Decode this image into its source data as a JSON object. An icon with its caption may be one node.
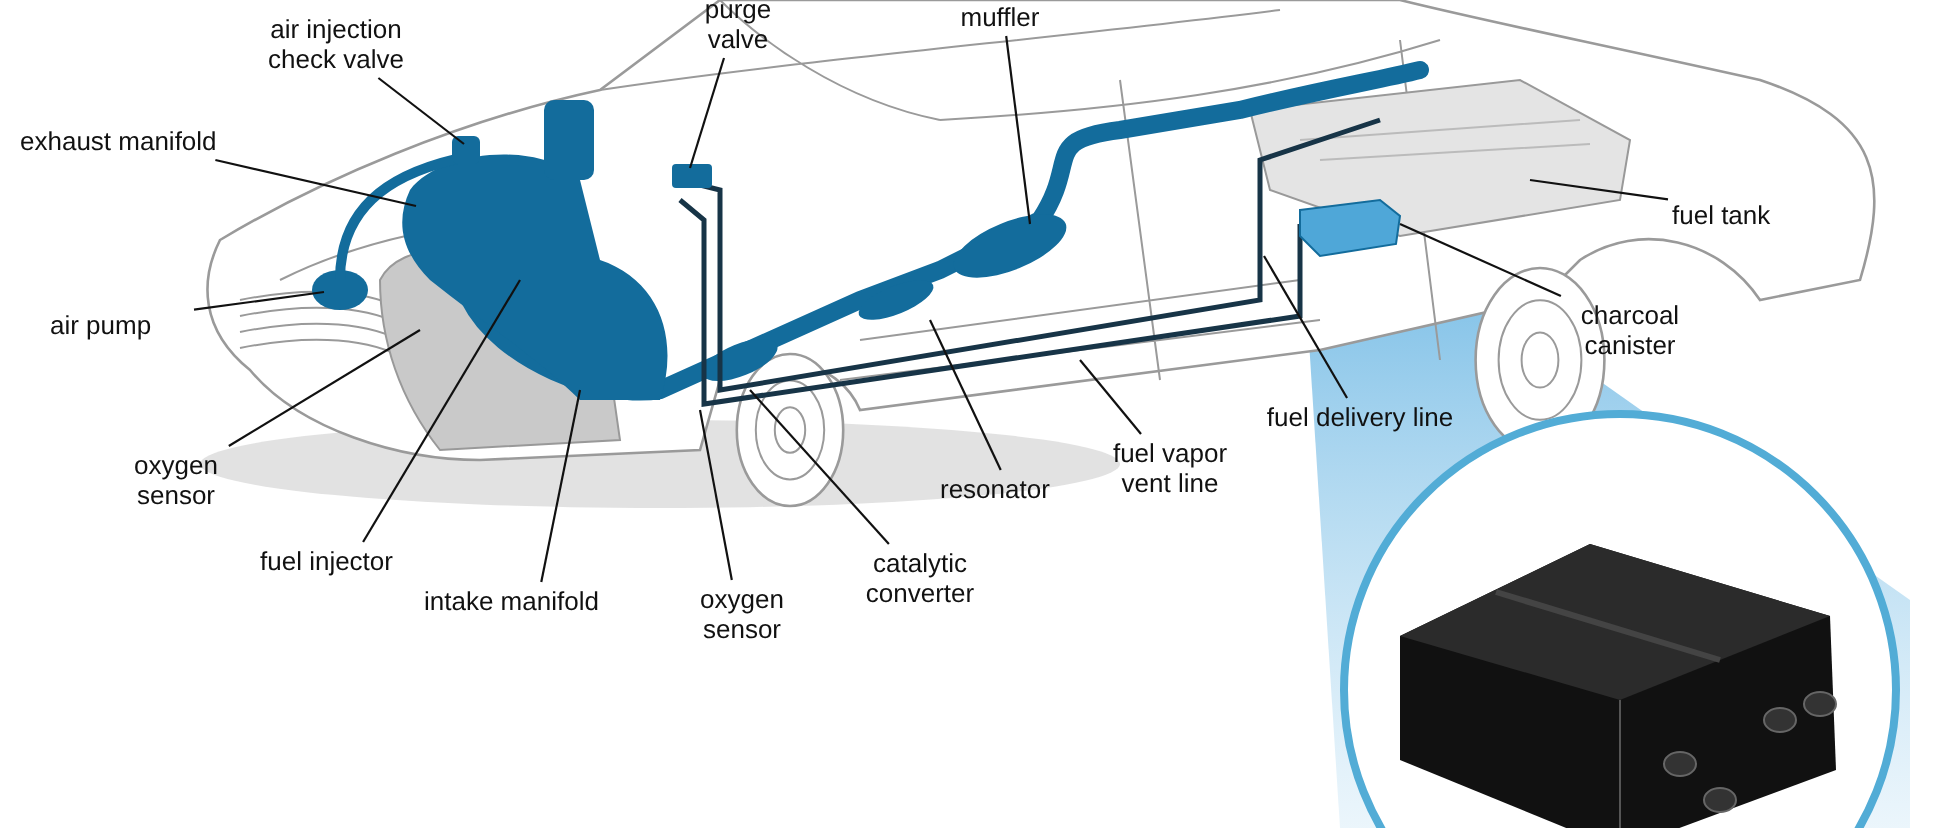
{
  "diagram": {
    "nodes": [
      {
        "text": [
          "air injection check valve"
        ]
      },
      {
        "text": [
          "purge valve"
        ]
      },
      {
        "text": [
          "muffler"
        ]
      },
      {
        "text": [
          "exhaust manifold"
        ]
      },
      {
        "text": [
          "air pump"
        ]
      },
      {
        "text": [
          "oxygen sensor"
        ]
      },
      {
        "text": [
          "fuel injector"
        ]
      },
      {
        "text": [
          "intake manifold"
        ]
      },
      {
        "text": [
          "oxygen sensor"
        ]
      },
      {
        "text": [
          "catalytic converter"
        ]
      },
      {
        "text": [
          "resonator"
        ]
      },
      {
        "text": [
          "fuel vapor vent line"
        ]
      },
      {
        "text": [
          "fuel delivery line"
        ]
      },
      {
        "text": [
          "fuel tank"
        ]
      },
      {
        "text": [
          "charcoal canister"
        ]
      }
    ],
    "edges": [
      {
        "from": 0,
        "to": null,
        "arrow": "none"
      },
      {
        "from": 1,
        "to": null,
        "arrow": "none"
      },
      {
        "from": 2,
        "to": null,
        "arrow": "none"
      },
      {
        "from": 3,
        "to": null,
        "arrow": "none"
      },
      {
        "from": 4,
        "to": null,
        "arrow": "none"
      },
      {
        "from": 5,
        "to": null,
        "arrow": "none"
      },
      {
        "from": 6,
        "to": null,
        "arrow": "none"
      },
      {
        "from": 7,
        "to": null,
        "arrow": "none"
      },
      {
        "from": 8,
        "to": null,
        "arrow": "none"
      },
      {
        "from": 9,
        "to": null,
        "arrow": "none"
      },
      {
        "from": 10,
        "to": null,
        "arrow": "none"
      },
      {
        "from": 11,
        "to": null,
        "arrow": "none"
      },
      {
        "from": 12,
        "to": null,
        "arrow": "none"
      },
      {
        "from": 13,
        "to": null,
        "arrow": "none"
      },
      {
        "from": 14,
        "to": null,
        "arrow": "none"
      }
    ]
  }
}
